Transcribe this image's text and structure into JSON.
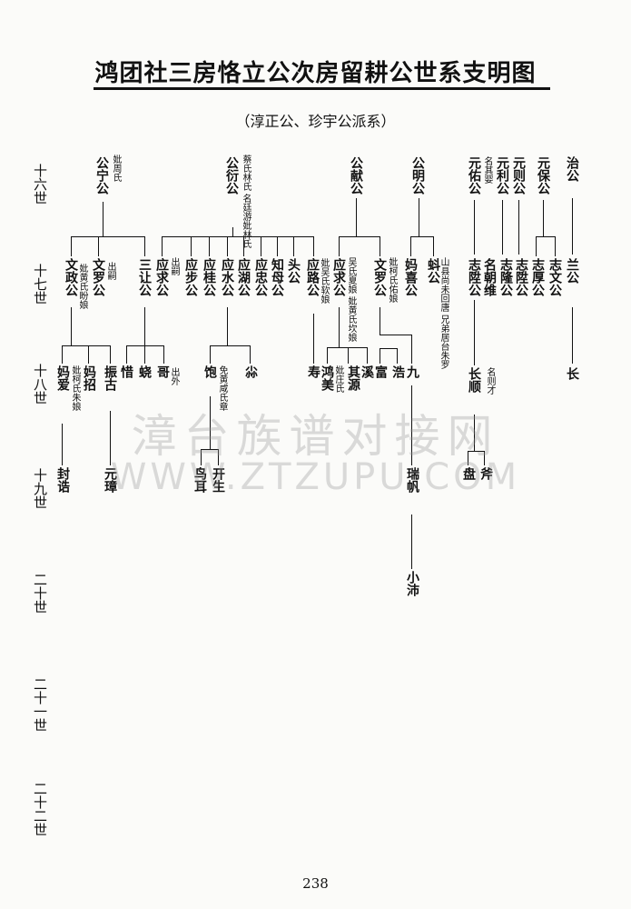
{
  "header": {
    "title": "鸿团社三房恪立公次房留耕公世系支明图",
    "subtitle": "（淳正公、珍宇公派系）"
  },
  "generations": [
    "十六世",
    "十七世",
    "十八世",
    "十九世",
    "二十世",
    "二十一世",
    "二十二世"
  ],
  "persons": {
    "g16_a": "公宁公",
    "g16_a_n": "妣周氏",
    "g16_b": "公衍公",
    "g16_b_n": "蔡氏林氏 名廷游妣林氏",
    "g16_c": "公献公",
    "g16_d": "公明公",
    "g16_e": "元佑公",
    "g16_e_n": "名其婴",
    "g16_f": "元利公",
    "g16_g": "元则公",
    "g16_h": "元保公",
    "g16_i": "治公",
    "g17_1": "文政公",
    "g17_1_n": "妣黄氏盼娘",
    "g17_2": "文罗公",
    "g17_2_n": "出嗣",
    "g17_3": "三让公",
    "g17_4": "应求公",
    "g17_4_n": "出嗣",
    "g17_5": "应步公",
    "g17_6": "应桂公",
    "g17_7": "应水公",
    "g17_8": "应湖公",
    "g17_9": "应忠公",
    "g17_10": "知母公",
    "g17_11": "头公",
    "g17_12": "应路公",
    "g17_12_n": "妣吴氏软娘",
    "g17_13": "应求公",
    "g17_13_n": "吴氏夏娘 妣黄氏坎娘",
    "g17_14": "文罗公",
    "g17_14_n": "妣柯氏佑娘",
    "g17_15": "妈喜公",
    "g17_16": "蚪公",
    "g17_16_n": "山县尚未回唐 兄弟居台朱罗",
    "g17_17": "志陞公",
    "g17_18": "名朝维",
    "g17_19": "志隆公",
    "g17_20": "志陞公",
    "g17_21": "志厚公",
    "g17_22": "志文公",
    "g17_23": "兰公",
    "g18_1": "妈爱",
    "g18_1_n": "妣柯氏朱娘",
    "g18_2": "妈招",
    "g18_3": "振古",
    "g18_4": "惜",
    "g18_5": "蛲",
    "g18_6": "哥",
    "g18_6_n": "出外",
    "g18_7": "饱",
    "g18_7_n": "免黄咸氏章",
    "g18_8": "尛",
    "g18_9": "寿",
    "g18_10": "鸿美",
    "g18_10_n": "妣庄氏",
    "g18_11": "其源",
    "g18_12": "溪",
    "g18_13": "富",
    "g18_14": "浩",
    "g18_15": "九",
    "g18_16": "长顺",
    "g18_17_n": "名则才",
    "g18_18": "长",
    "g19_1": "封诰",
    "g19_2": "元璋",
    "g19_3": "鸟耳",
    "g19_4": "开生",
    "g19_5": "瑞帆",
    "g19_6": "盘",
    "g19_7": "斧",
    "g20_1": "小沛"
  },
  "page_number": "238",
  "watermark": {
    "cn": "漳台族谱对接网",
    "en": "WWW.ZTZUPU.COM"
  }
}
